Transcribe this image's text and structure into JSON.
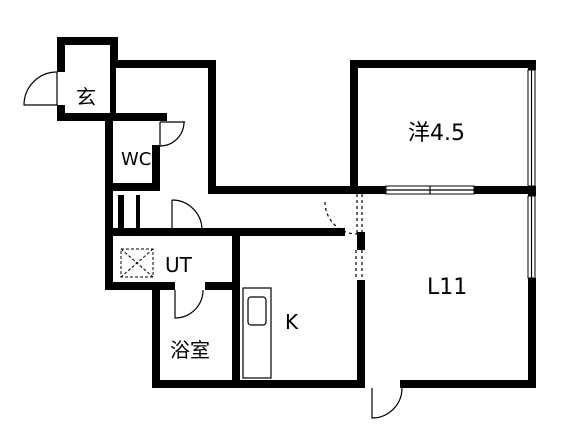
{
  "floorplan": {
    "rooms": {
      "entrance": "玄",
      "toilet": "WC",
      "utility": "UT",
      "bath": "浴室",
      "kitchen": "K",
      "western_room": "洋4.5",
      "living": "L11"
    },
    "colors": {
      "wall": "#000000",
      "background": "#ffffff"
    }
  }
}
